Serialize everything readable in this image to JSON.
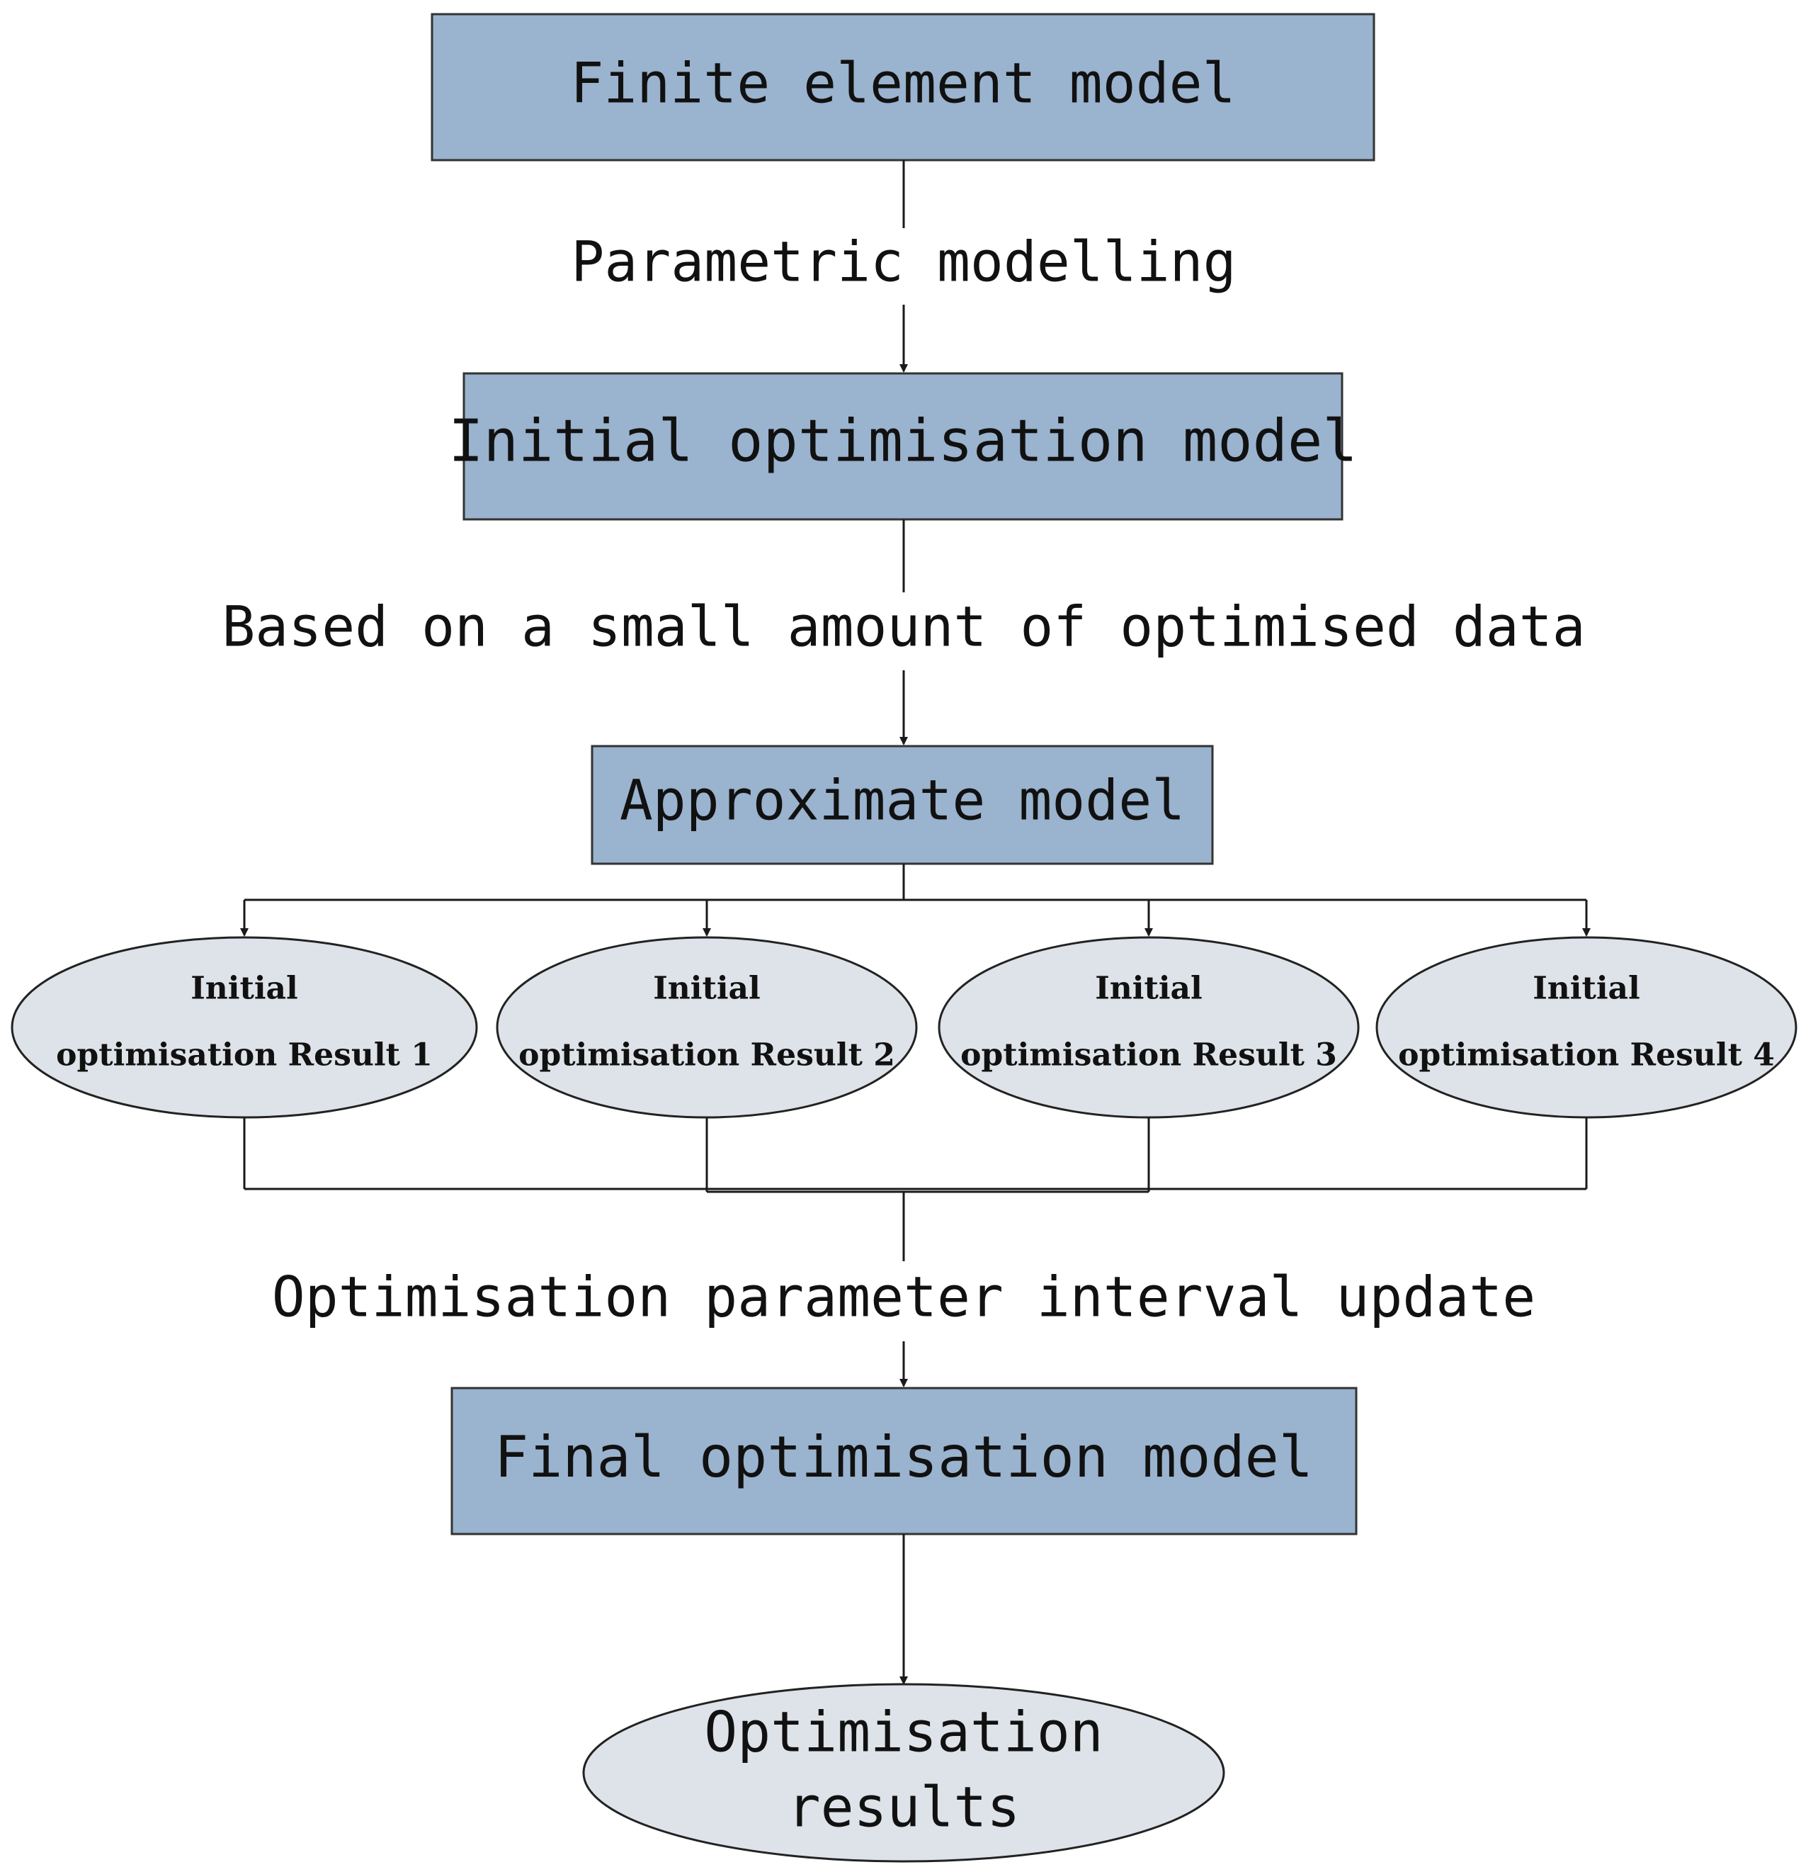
{
  "boxes": {
    "finite_element_model": "Finite element model",
    "initial_optimisation_model": "Initial optimisation model",
    "approximate_model": "Approximate model",
    "final_optimisation_model": "Final optimisation model"
  },
  "edge_labels": {
    "parametric_modelling": "Parametric modelling",
    "based_on_small_data": "Based on a small amount of optimised data",
    "interval_update": "Optimisation parameter interval update"
  },
  "results": [
    {
      "line1": "Initial",
      "line2": "optimisation Result 1"
    },
    {
      "line1": "Initial",
      "line2": "optimisation Result 2"
    },
    {
      "line1": "Initial",
      "line2": "optimisation Result 3"
    },
    {
      "line1": "Initial",
      "line2": "optimisation Result 4"
    }
  ],
  "final_results": {
    "line1": "Optimisation",
    "line2": "results"
  },
  "colors": {
    "box_fill": "#9ab3ce",
    "ellipse_fill": "#dde3e8",
    "line": "#1a1a1a"
  }
}
